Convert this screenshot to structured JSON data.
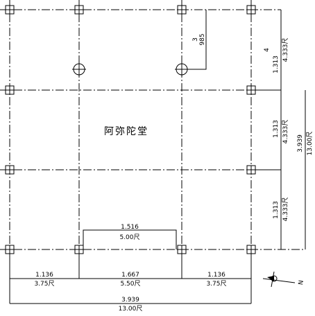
{
  "title": "阿弥陀堂",
  "dims_bottom": {
    "left": {
      "m": "1.136",
      "shaku": "3.75尺"
    },
    "center": {
      "m": "1.667",
      "shaku": "5.50尺"
    },
    "right": {
      "m": "1.136",
      "shaku": "3.75尺"
    },
    "total": {
      "m": "3.939",
      "shaku": "13.00尺"
    }
  },
  "dims_right": {
    "top": {
      "m": "1.313",
      "shaku": "4.333尺",
      "label": "4"
    },
    "middle": {
      "m": "1.313",
      "shaku": "4.333尺"
    },
    "bottom": {
      "m": "1.313",
      "shaku": "4.333尺"
    },
    "total": {
      "m": "3.939",
      "shaku": "13.00尺"
    }
  },
  "dim_opening": {
    "m": "1.516",
    "shaku": "5.00尺"
  },
  "dim_pillar3": {
    "label": "3",
    "value": "985"
  },
  "north_label": "N"
}
